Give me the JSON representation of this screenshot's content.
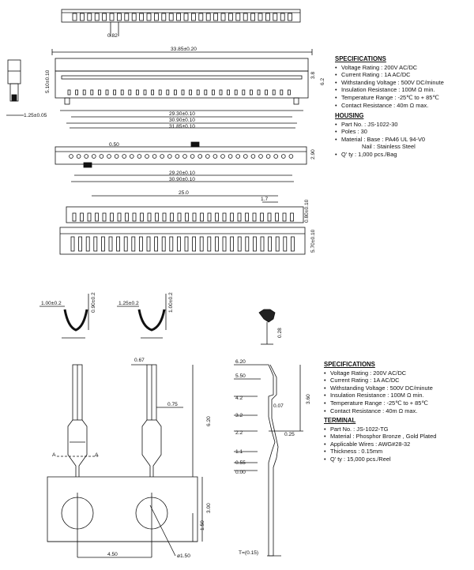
{
  "housing_specs": {
    "heading": "SPECIFICATIONS",
    "items": [
      "Voltage Rating : 200V AC/DC",
      "Current Rating : 1A AC/DC",
      "Withstanding Voltage : 500V DC/minute",
      "Insulation Resistance : 100M Ω min.",
      "Temperature Range : -25℃ to + 85℃",
      "Contact Resistance : 40m Ω max."
    ]
  },
  "housing_info": {
    "heading": "HOUSING",
    "items": [
      "Part No. : JS-1022-30",
      "Poles : 30",
      "Material : Base : PA46 UL 94-V0"
    ],
    "material_cont": "Nail : Stainless Steel",
    "qty": "Q' ty : 1,000 pcs./Bag"
  },
  "terminal_specs": {
    "heading": "SPECIFICATIONS",
    "items": [
      "Voltage Rating : 200V AC/DC",
      "Current Rating : 1A AC/DC",
      "Withstanding Voltage : 500V DC/minute",
      "Insulation Resistance : 100M Ω min.",
      "Temperature Range : -25℃ to + 85℃",
      "Contact Resistance : 40m Ω max."
    ]
  },
  "terminal_info": {
    "heading": "TERMINAL",
    "items": [
      "Part No. : JS-1022-TG",
      "Material : Phosphor Bronze , Gold Plated",
      "Applicable Wires : AWG#28-32",
      "Thickness : 0.15mm",
      "Q' ty : 15,000 pcs./Reel"
    ]
  },
  "dims": {
    "d082": "0.82",
    "d3385": "33.85±0.20",
    "d510": "5.10±0.10",
    "d125": "1.25±0.05",
    "d38": "3.8",
    "d62": "6.2",
    "d2930": "29.30±0.10",
    "d3090a": "30.90±0.10",
    "d3185": "31.85±0.10",
    "d050": "0.50",
    "d2920": "29.20±0.10",
    "d3090b": "30.90±0.10",
    "d290": "2.90",
    "d250": "25.0",
    "d17": "1.7",
    "d080": "0.80±0.10",
    "d570": "5.70±0.10",
    "c100": "1.00±0.2",
    "c090": "0.90±0.2",
    "c125": "1.25±0.2",
    "c100b": "1.00±0.2",
    "t028": "0.28",
    "t067": "0.67",
    "t075": "0.75",
    "t620": "6.20",
    "tA1": "A",
    "tA2": "A",
    "t300": "3.00",
    "t150": "1.50",
    "t450": "4.50",
    "t150d": "ø1.50",
    "s620": "6.20",
    "s550": "5.50",
    "s42": "4.2",
    "s32": "3.2",
    "s22": "2.2",
    "s11": "1.1",
    "s055": "0.55",
    "s000": "0.00",
    "s007": "0.07",
    "s360": "3.60",
    "s025": "0.25",
    "s015": "T=(0.15)"
  }
}
